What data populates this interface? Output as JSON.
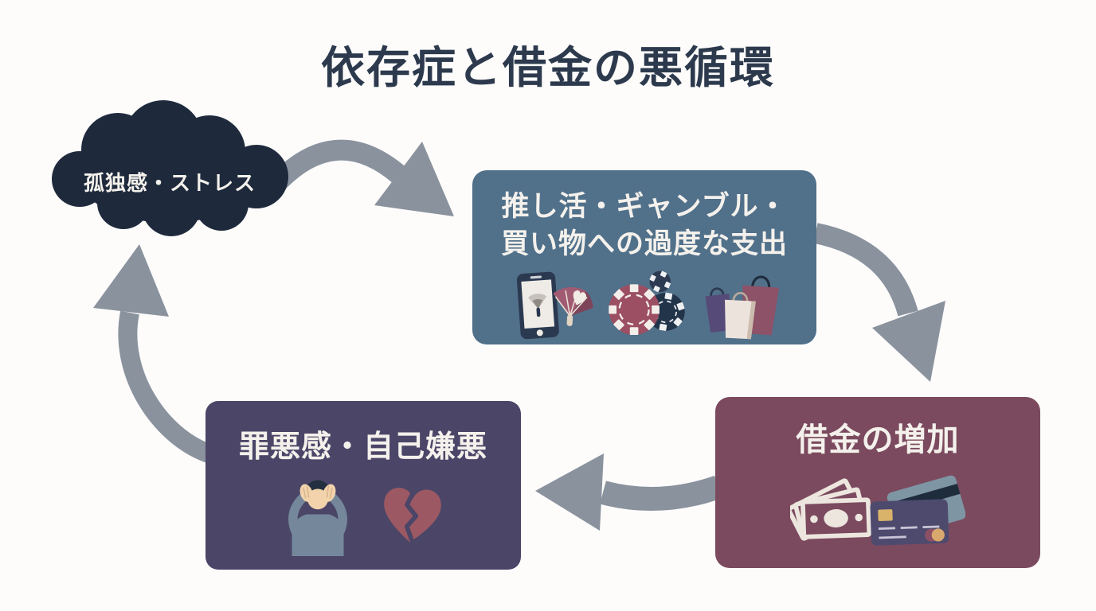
{
  "title": "依存症と借金の悪循環",
  "cloud": {
    "label": "孤独感・ストレス"
  },
  "boxes": {
    "spending": {
      "line1": "推し活・ギャンブル・",
      "line2": "買い物への過度な支出",
      "icons": [
        "smartphone-fan-icon",
        "poker-chips-icon",
        "shopping-bags-icon"
      ]
    },
    "debt": {
      "label": "借金の増加",
      "icons": [
        "banknotes-icon",
        "credit-cards-icon"
      ]
    },
    "guilt": {
      "label": "罪悪感・自己嫌悪",
      "icons": [
        "person-head-in-hands-icon",
        "broken-heart-icon"
      ]
    }
  },
  "arrows": [
    {
      "from": "loneliness-stress-cloud",
      "to": "spending-box"
    },
    {
      "from": "spending-box",
      "to": "debt-box"
    },
    {
      "from": "debt-box",
      "to": "guilt-box"
    },
    {
      "from": "guilt-box",
      "to": "loneliness-stress-cloud"
    }
  ],
  "colors": {
    "background": "#fdfcfb",
    "title_text": "#2d3a4d",
    "cloud_fill": "#1e2a3c",
    "arrow": "#8a929e",
    "spending_box": "#51708a",
    "debt_box": "#7b4a5e",
    "guilt_box": "#4b4668",
    "box_text": "#f4f1ec"
  }
}
